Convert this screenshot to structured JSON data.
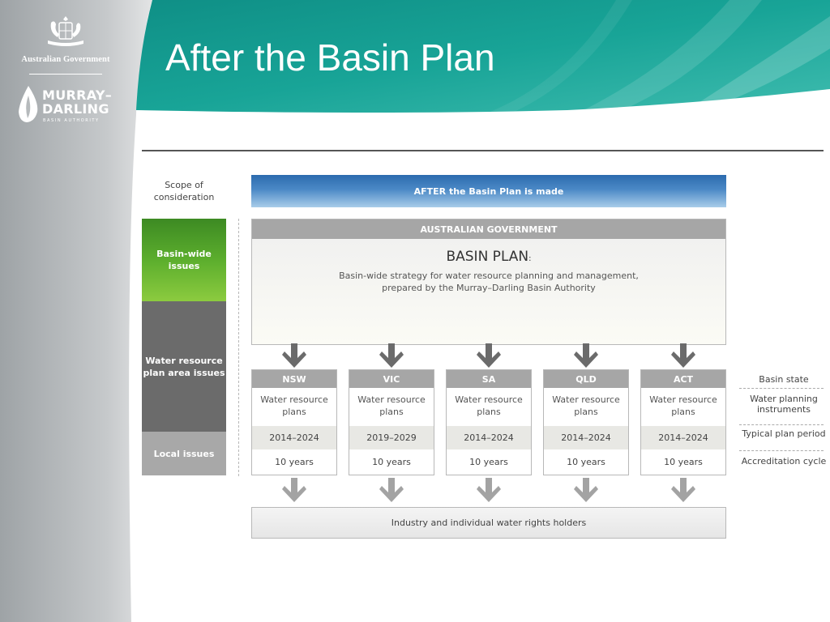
{
  "header": {
    "title": "After the Basin Plan",
    "logo_gov_text": "Australian Government",
    "logo_mdba_line1": "MURRAY–",
    "logo_mdba_line2": "DARLING",
    "logo_mdba_line3": "BASIN AUTHORITY"
  },
  "colors": {
    "teal": "#1aa397",
    "banner_blue": "#2c6bae",
    "basin_green": "#5cae2d",
    "dark_grey": "#6b6b6b",
    "light_grey": "#a8a8a8",
    "arrow_grey": "#6b6b6b"
  },
  "left_column": {
    "scope_title": "Scope of consideration",
    "basin_wide": "Basin-wide issues",
    "water_plan_area": "Water resource plan area issues",
    "local": "Local issues"
  },
  "banner": "AFTER the Basin Plan is made",
  "plan_box": {
    "header": "AUSTRALIAN GOVERNMENT",
    "title": "BASIN PLAN",
    "title_suffix": ":",
    "description_line1": "Basin-wide strategy for water resource planning and management,",
    "description_line2": "prepared by the Murray–Darling Basin Authority"
  },
  "states": [
    {
      "name": "NSW",
      "instrument": "Water resource plans",
      "period": "2014–2024",
      "cycle": "10 years"
    },
    {
      "name": "VIC",
      "instrument": "Water resource plans",
      "period": "2019–2029",
      "cycle": "10 years"
    },
    {
      "name": "SA",
      "instrument": "Water resource plans",
      "period": "2014–2024",
      "cycle": "10 years"
    },
    {
      "name": "QLD",
      "instrument": "Water resource plans",
      "period": "2014–2024",
      "cycle": "10 years"
    },
    {
      "name": "ACT",
      "instrument": "Water resource plans",
      "period": "2014–2024",
      "cycle": "10 years"
    }
  ],
  "row_labels": {
    "state": "Basin state",
    "instruments": "Water planning instruments",
    "period": "Typical plan period",
    "cycle": "Accreditation cycle"
  },
  "industry": "Industry and individual water rights holders"
}
